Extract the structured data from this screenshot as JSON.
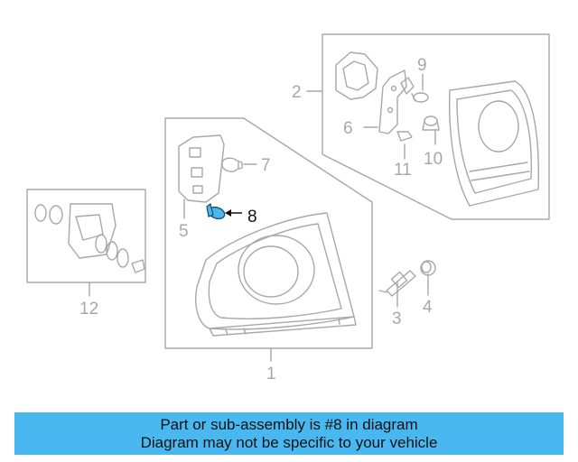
{
  "callouts": {
    "c1": "1",
    "c2": "2",
    "c3": "3",
    "c4": "4",
    "c5": "5",
    "c6": "6",
    "c7": "7",
    "c8": "8",
    "c9": "9",
    "c10": "10",
    "c11": "11",
    "c12": "12"
  },
  "highlighted_part": "8",
  "banner": {
    "line1": "Part or sub-assembly is #8 in diagram",
    "line2": "Diagram may not be specific to your vehicle"
  },
  "colors": {
    "line": "#a8a8a8",
    "highlight_part": "#4ab8f0",
    "banner_bg": "#4ab8f0",
    "text": "#111111"
  }
}
